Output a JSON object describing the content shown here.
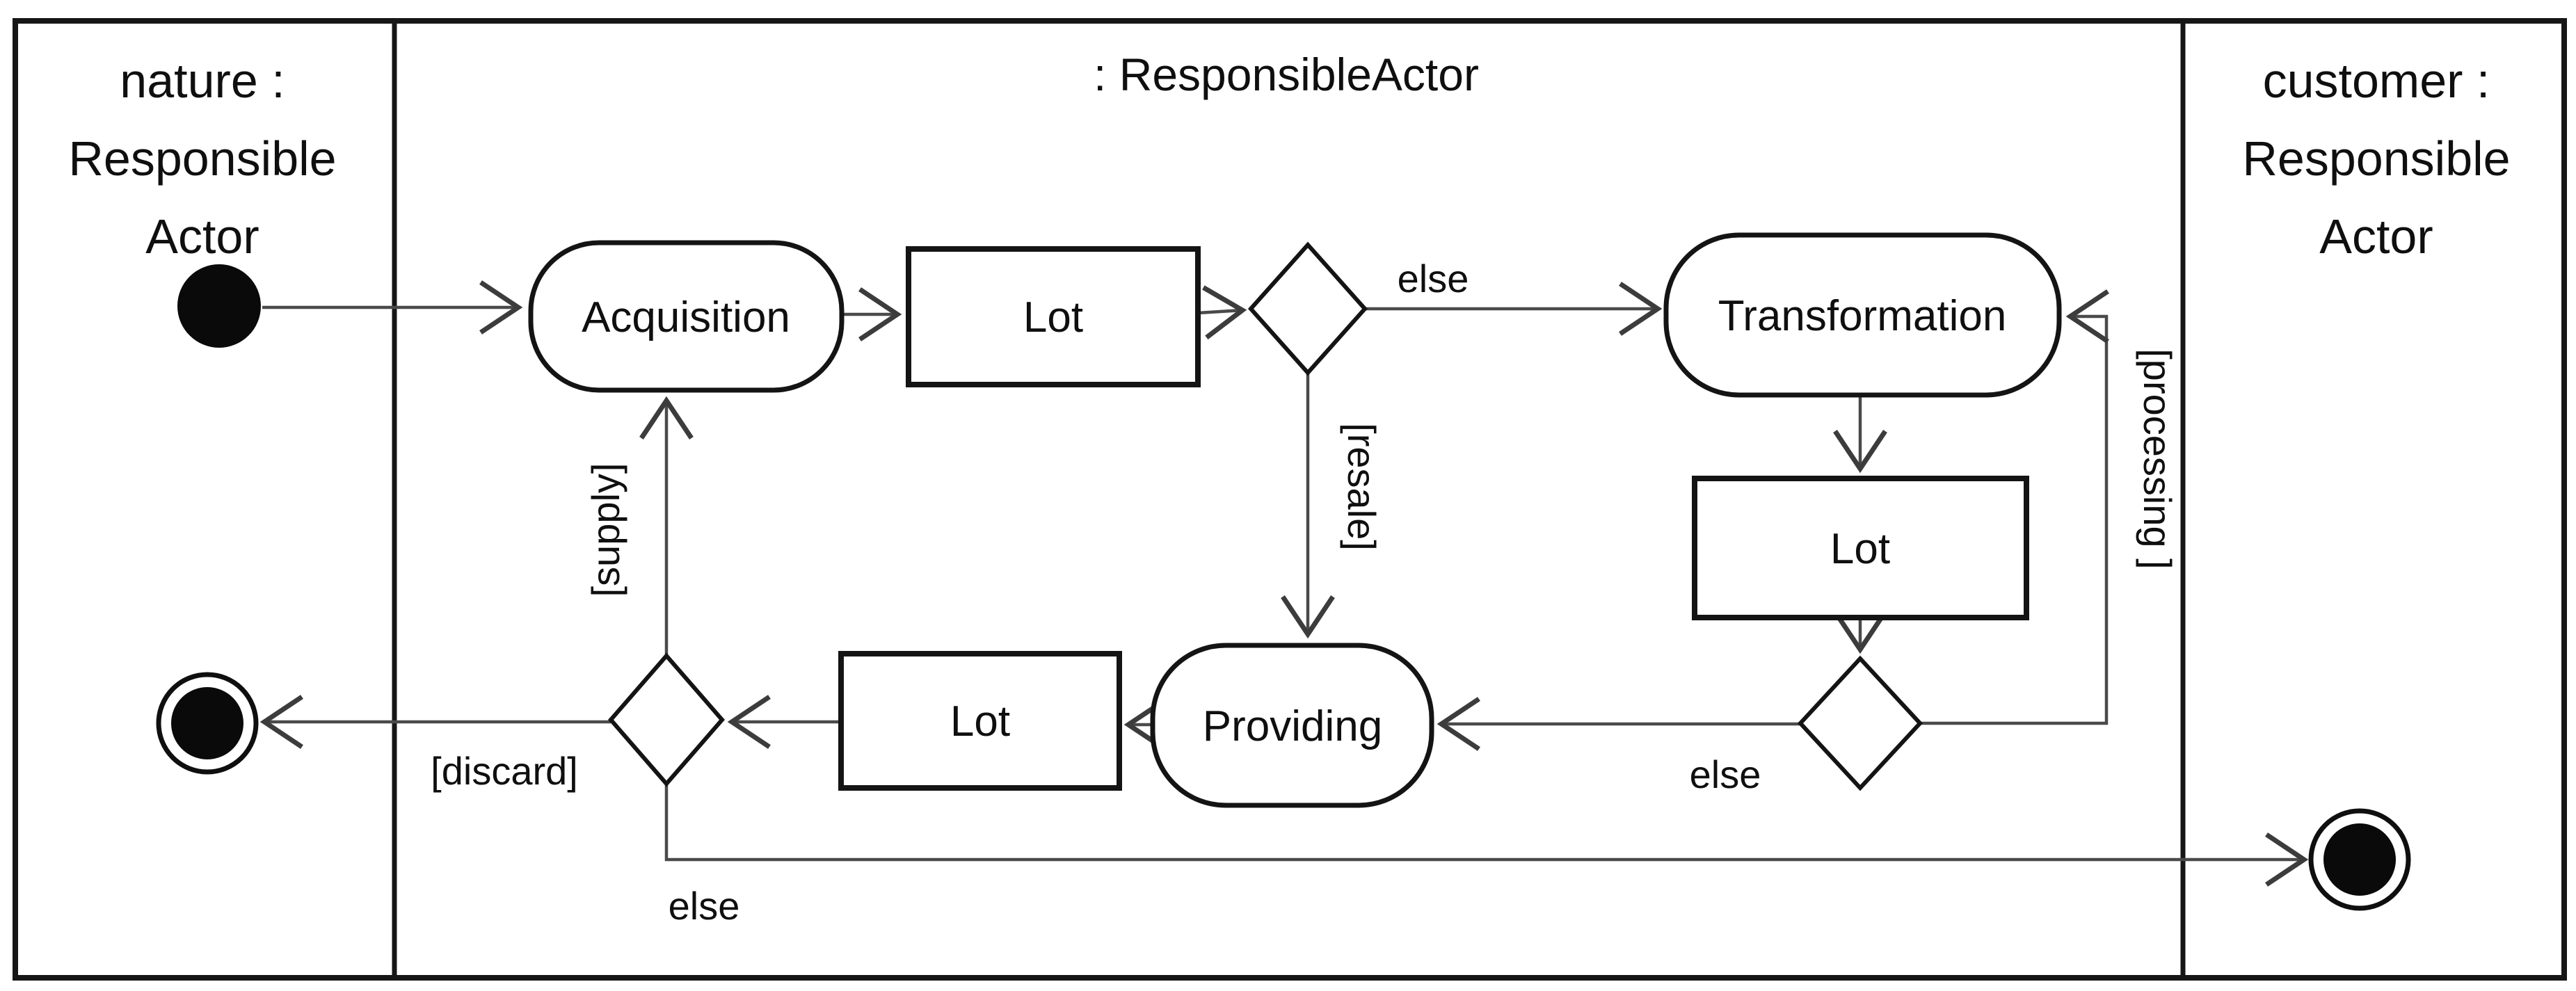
{
  "diagram": {
    "kind": "uml-activity-diagram-with-swimlanes",
    "lanes": {
      "nature": {
        "title_lines": [
          "nature :",
          "Responsible",
          "Actor"
        ]
      },
      "main": {
        "title": ": ResponsibleActor"
      },
      "customer": {
        "title_lines": [
          "customer :",
          "Responsible",
          "Actor"
        ]
      }
    },
    "nodes": {
      "acquisition": "Acquisition",
      "lot_top": "Lot",
      "transformation": "Transformation",
      "lot_right": "Lot",
      "providing": "Providing",
      "lot_bottom": "Lot"
    },
    "guards": {
      "else_after_first_decision": "else",
      "else_after_transformation": "else",
      "else_to_customer": "else",
      "resale": "[resale]",
      "supply": "[supply]",
      "processing": "[processing ]",
      "discard": "[discard]"
    },
    "colors": {
      "background": "#ffffff",
      "frame": "#161616",
      "connector": "#4a4a4a",
      "node_fill": "#ffffff",
      "text": "#0f0f0f"
    }
  }
}
